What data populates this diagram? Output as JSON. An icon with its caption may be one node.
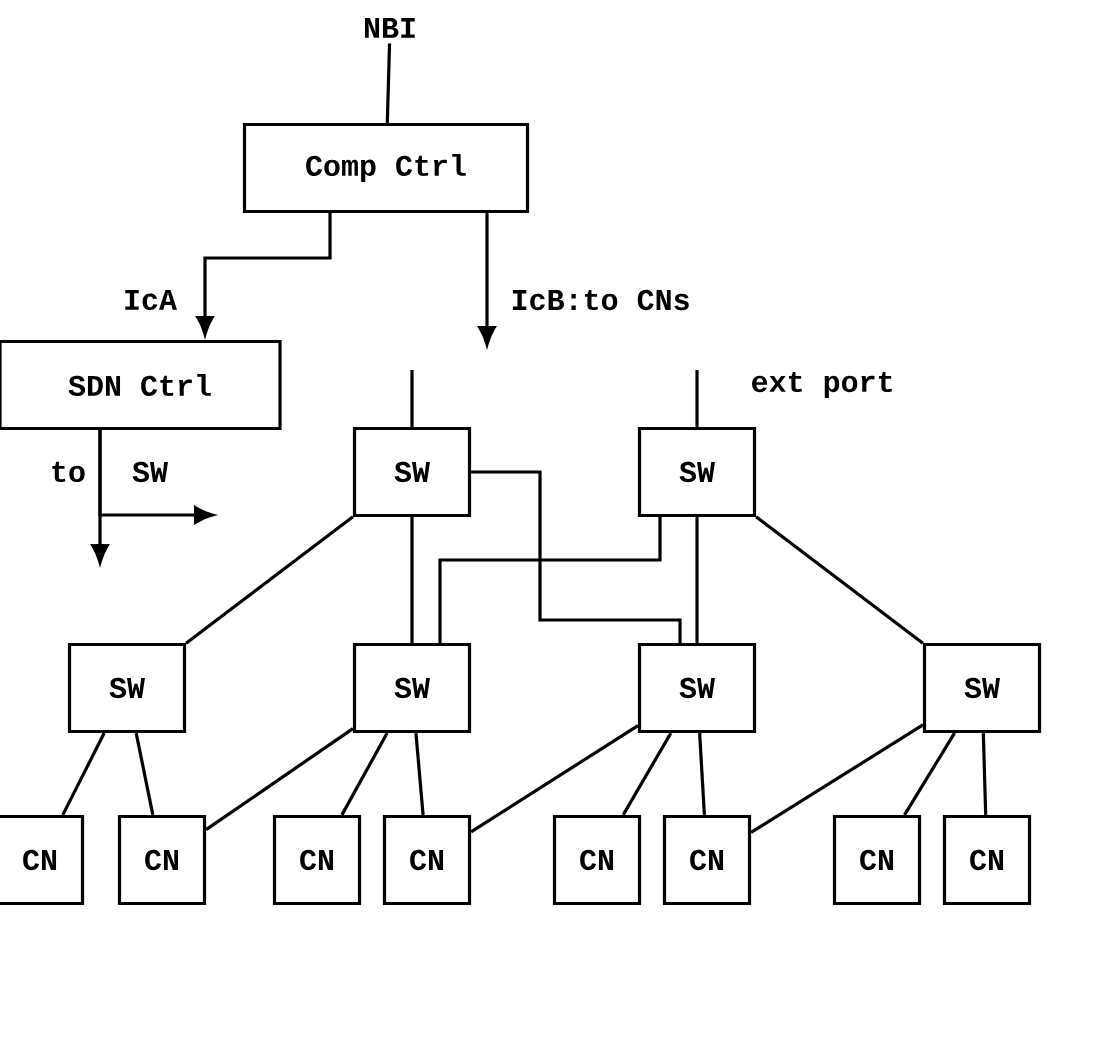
{
  "diagram": {
    "nodes": [
      {
        "text": [
          "NBI"
        ]
      },
      {
        "text": [
          "Comp Ctrl"
        ]
      },
      {
        "text": [
          "SDN Ctrl"
        ]
      },
      {
        "text": [
          "SW"
        ]
      },
      {
        "text": [
          "SW"
        ]
      },
      {
        "text": [
          "SW"
        ]
      },
      {
        "text": [
          "SW"
        ]
      },
      {
        "text": [
          "SW"
        ]
      },
      {
        "text": [
          "SW"
        ]
      },
      {
        "text": [
          "CN"
        ]
      },
      {
        "text": [
          "CN"
        ]
      },
      {
        "text": [
          "CN"
        ]
      },
      {
        "text": [
          "CN"
        ]
      },
      {
        "text": [
          "CN"
        ]
      },
      {
        "text": [
          "CN"
        ]
      },
      {
        "text": [
          "CN"
        ]
      },
      {
        "text": [
          "CN"
        ]
      }
    ],
    "edges": [
      {
        "from": 0,
        "to": 1,
        "arrow": "none"
      },
      {
        "from": 1,
        "to": 2,
        "arrow": "to",
        "label": "IcA"
      },
      {
        "from": 1,
        "to": null,
        "arrow": "to",
        "label": "IcB:to CNs"
      },
      {
        "from": 2,
        "to": null,
        "arrow": "to"
      },
      {
        "from": 2,
        "to": null,
        "arrow": "to"
      },
      {
        "from": null,
        "to": 3,
        "arrow": "none"
      },
      {
        "from": null,
        "to": 4,
        "arrow": "none",
        "label": "ext port"
      },
      {
        "from": 3,
        "to": 5,
        "arrow": "none"
      },
      {
        "from": 3,
        "to": 6,
        "arrow": "none"
      },
      {
        "from": 3,
        "to": 7,
        "arrow": "none"
      },
      {
        "from": 4,
        "to": 6,
        "arrow": "none"
      },
      {
        "from": 4,
        "to": 7,
        "arrow": "none"
      },
      {
        "from": 4,
        "to": 8,
        "arrow": "none"
      },
      {
        "from": 5,
        "to": 9,
        "arrow": "none"
      },
      {
        "from": 5,
        "to": 10,
        "arrow": "none"
      },
      {
        "from": 6,
        "to": 10,
        "arrow": "none"
      },
      {
        "from": 6,
        "to": 11,
        "arrow": "none"
      },
      {
        "from": 6,
        "to": 12,
        "arrow": "none"
      },
      {
        "from": 7,
        "to": 12,
        "arrow": "none"
      },
      {
        "from": 7,
        "to": 13,
        "arrow": "none"
      },
      {
        "from": 7,
        "to": 14,
        "arrow": "none"
      },
      {
        "from": 8,
        "to": 14,
        "arrow": "none"
      },
      {
        "from": 8,
        "to": 15,
        "arrow": "none"
      },
      {
        "from": 8,
        "to": 16,
        "arrow": "none"
      }
    ],
    "labels": [
      "to",
      "SW"
    ]
  }
}
